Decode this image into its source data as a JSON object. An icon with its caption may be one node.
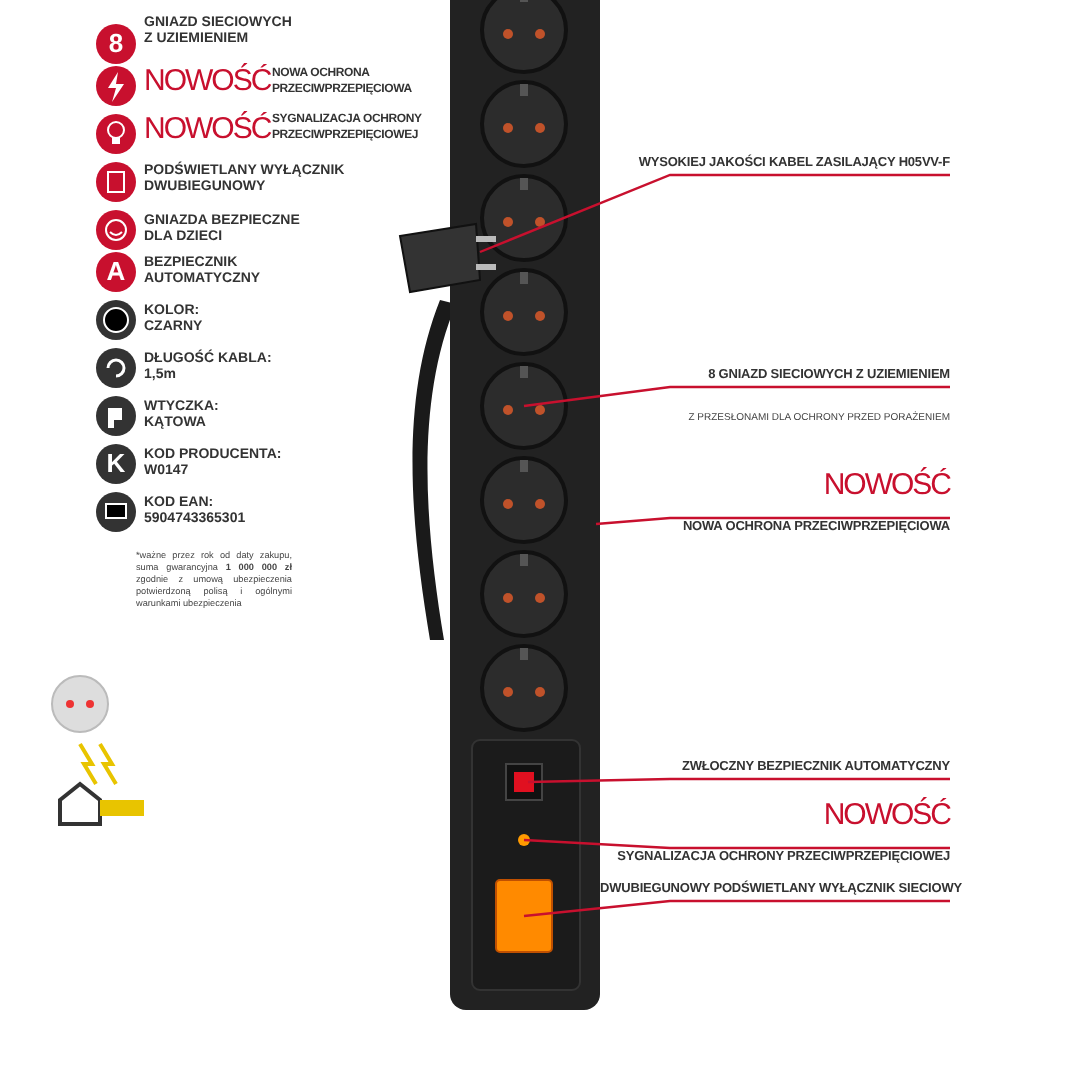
{
  "diagram": {
    "nodes": [
      {
        "text": [
          "WYSOKIEJ JAKOŚCI KABEL ZASILAJĄCY H05VV-F"
        ]
      },
      {
        "text": [
          "8 GNIAZD SIECIOWYCH Z UZIEMIENIEM",
          "Z PRZESŁONAMI DLA OCHRONY PRZED PORAŻENIEM"
        ]
      },
      {
        "text": [
          "NOWOŚĆ",
          "NOWA OCHRONA PRZECIWPRZEPIĘCIOWA"
        ]
      },
      {
        "text": [
          "ZWŁOCZNY BEZPIECZNIK AUTOMATYCZNY"
        ]
      },
      {
        "text": [
          "NOWOŚĆ",
          "SYGNALIZACJA OCHRONY PRZECIWPRZEPIĘCIOWEJ"
        ]
      },
      {
        "text": [
          "DWUBIEGUNOWY PODŚWIETLANY WYŁĄCZNIK SIECIOWY"
        ]
      }
    ],
    "edges": [
      {
        "from": 0,
        "to": null,
        "arrow": "none",
        "color": "#c8102e"
      },
      {
        "from": 1,
        "to": null,
        "arrow": "none",
        "color": "#c8102e"
      },
      {
        "from": 2,
        "to": null,
        "arrow": "none",
        "color": "#c8102e"
      },
      {
        "from": 3,
        "to": null,
        "arrow": "none",
        "color": "#c8102e"
      },
      {
        "from": 4,
        "to": null,
        "arrow": "none",
        "color": "#c8102e"
      },
      {
        "from": 5,
        "to": null,
        "arrow": "none",
        "color": "#c8102e"
      }
    ],
    "labels": [
      "8",
      "GNIAZD SIECIOWYCH Z UZIEMIENIEM",
      "NOWOŚĆ",
      "NOWA OCHRONA PRZECIWPRZEPIĘCIOWA",
      "NOWOŚĆ",
      "SYGNALIZACJA OCHRONY PRZECIWPRZEPIĘCIOWEJ",
      "PODŚWIETLANY WYŁĄCZNIK DWUBIEGUNOWY",
      "GNIAZDA BEZPIECZNE DLA DZIECI",
      "A",
      "BEZPIECZNIK AUTOMATYCZNY",
      "KOLOR:",
      "CZARNY",
      "DŁUGOŚĆ KABLA:",
      "1,5m",
      "WTYCZKA:",
      "KĄTOWA",
      "K",
      "KOD PRODUCENTA:",
      "W0147",
      "KOD EAN:",
      "5904743365301",
      "*ważne przez rok od daty zakupu, suma gwarancyjna **1 000 000 zł** zgodnie z umową ubezpieczenia potwierdzoną polisą i ogólnymi warunkami ubezpieczenia"
    ]
  }
}
